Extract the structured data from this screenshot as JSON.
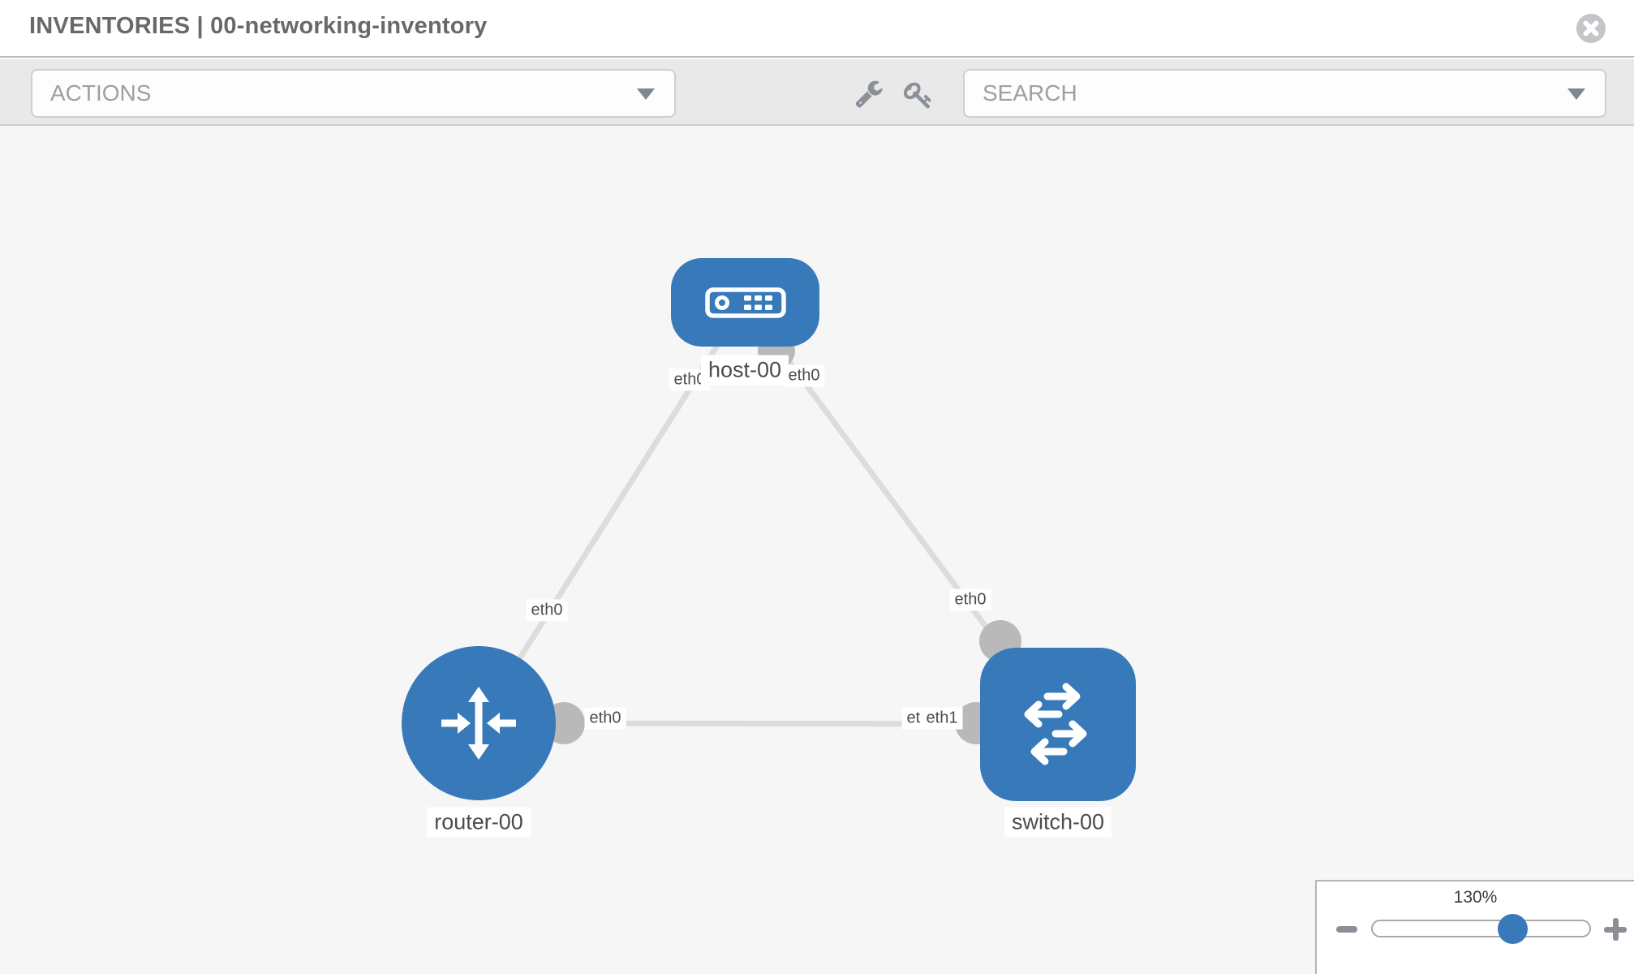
{
  "header": {
    "title": "INVENTORIES | 00-networking-inventory"
  },
  "toolbar": {
    "actions_label": "ACTIONS",
    "search_label": "SEARCH"
  },
  "canvas": {
    "nodes": {
      "host": {
        "label": "host-00",
        "type": "host"
      },
      "router": {
        "label": "router-00",
        "type": "router"
      },
      "switch": {
        "label": "switch-00",
        "type": "switch"
      }
    },
    "interfaces": {
      "host_left": "eth0",
      "host_right": "eth0",
      "router_top": "eth0",
      "router_right": "eth0",
      "switch_left_back": "eth0",
      "switch_left_front": "eth1",
      "switch_top": "eth0"
    }
  },
  "zoom": {
    "level": "130%"
  },
  "colors": {
    "node_blue": "#3879b9",
    "link_gray": "#dcdcdc",
    "port_gray": "#b9b9b9",
    "toolbar_gray": "#e9e9e9",
    "canvas_gray": "#f6f6f6",
    "icon_gray": "#8b9199"
  }
}
